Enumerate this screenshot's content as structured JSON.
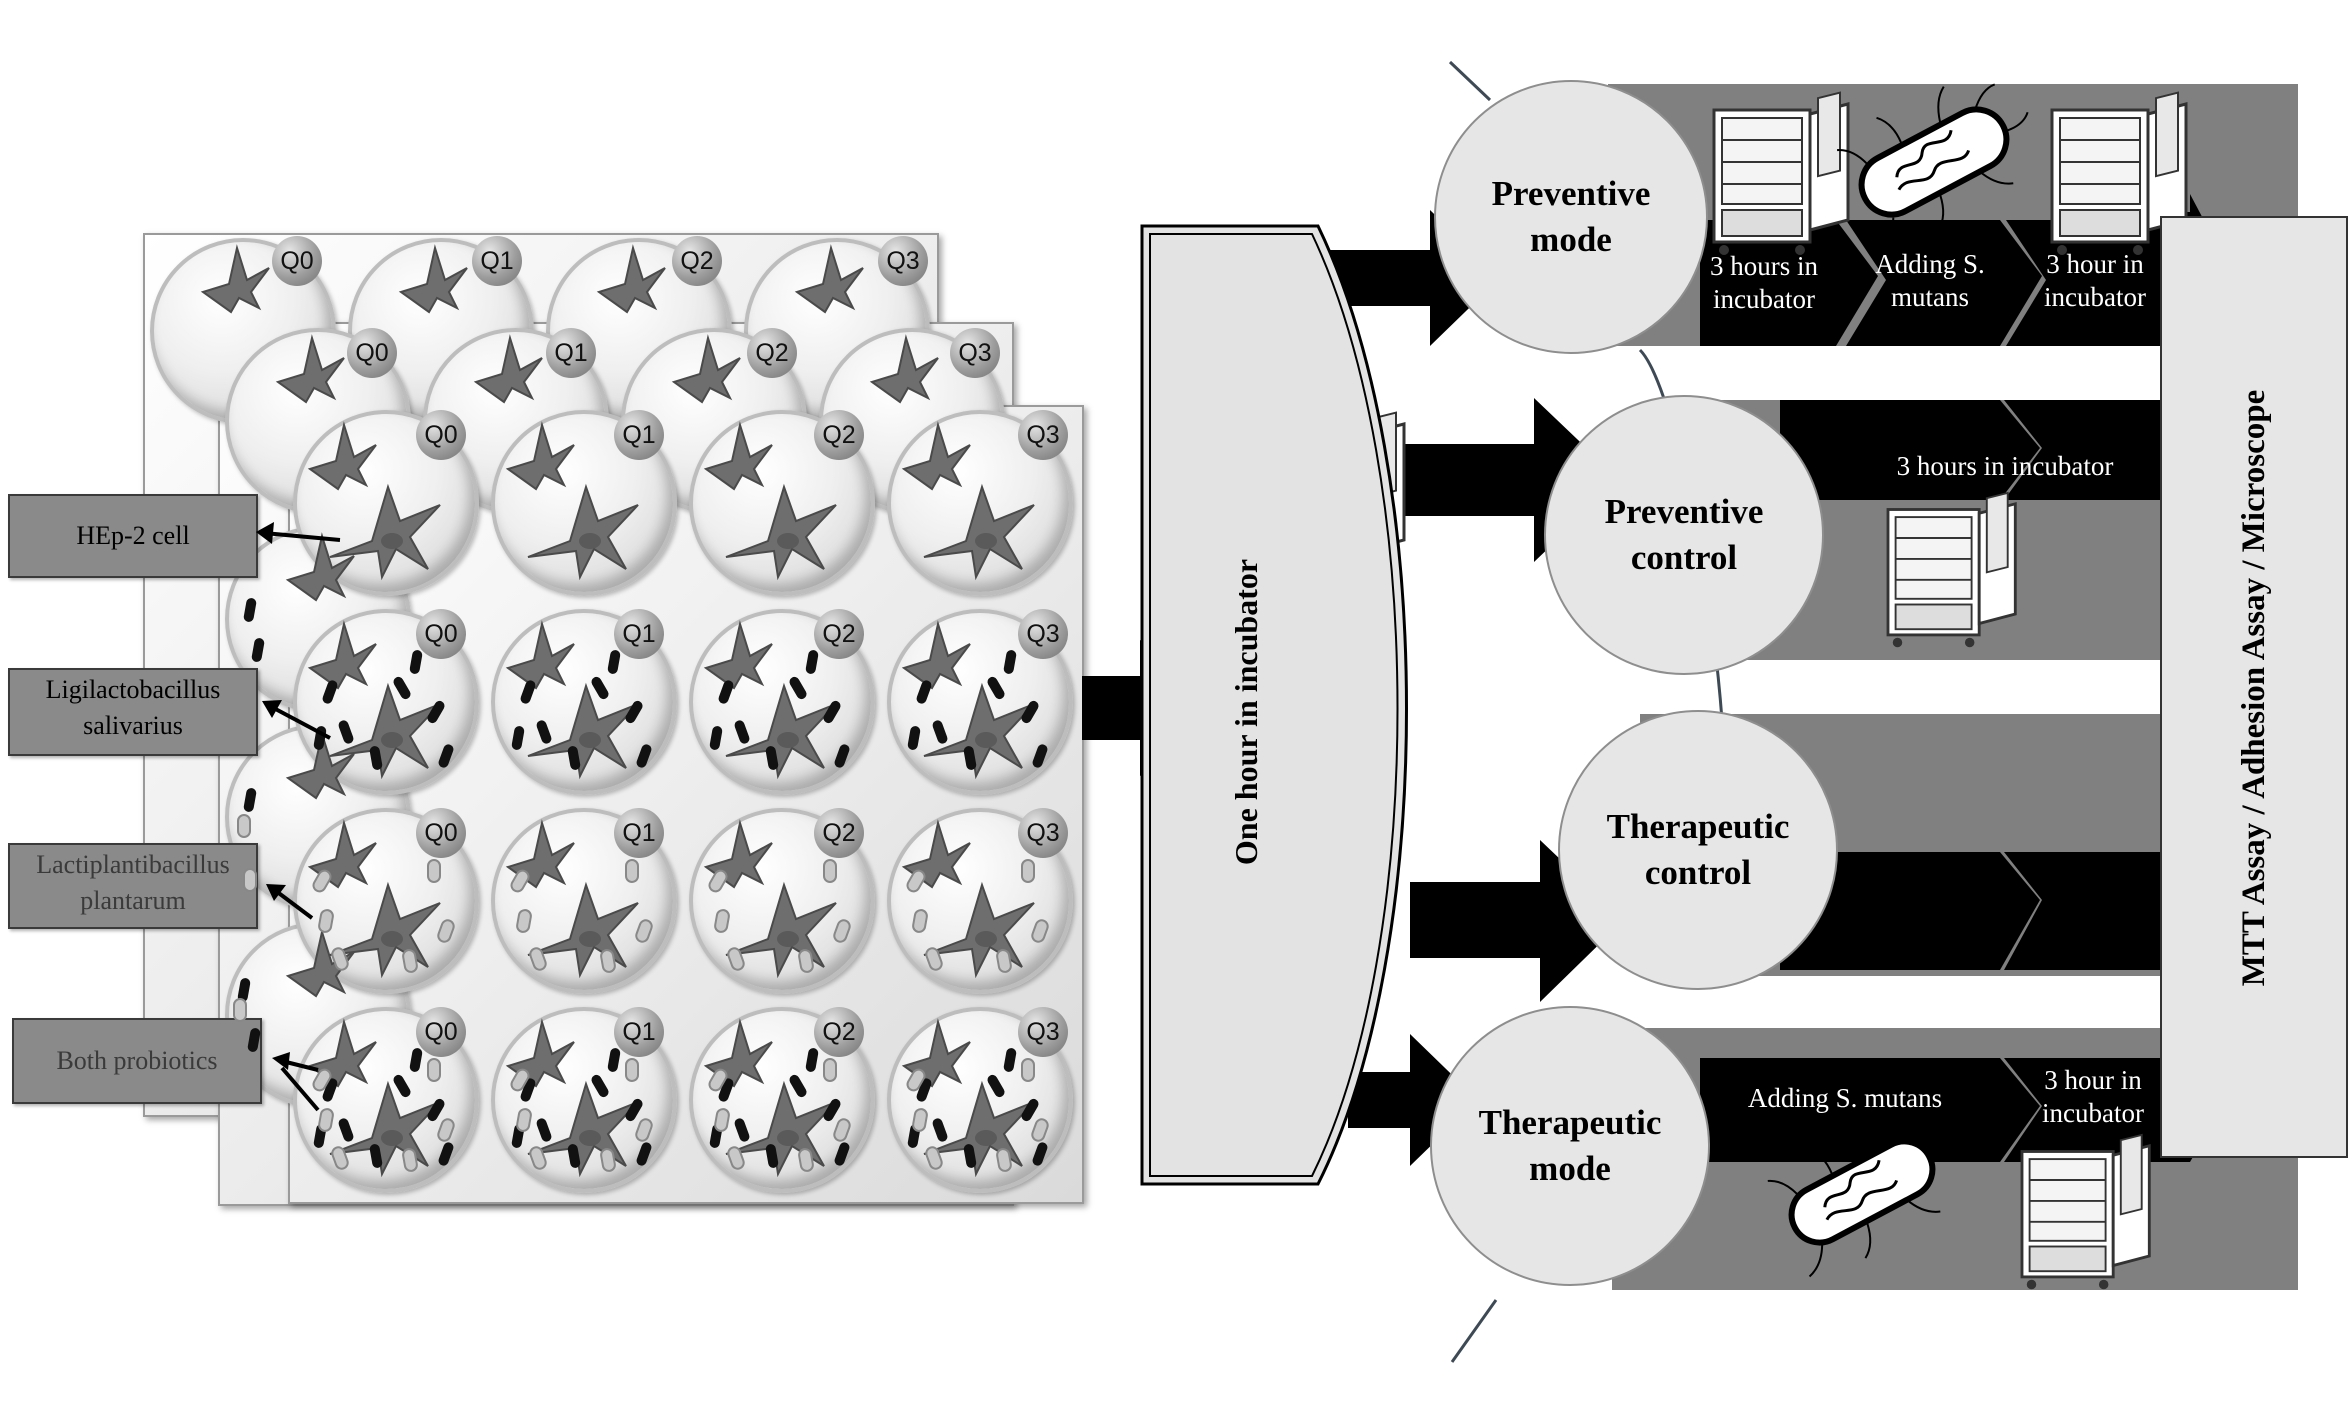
{
  "plates": {
    "column_labels": [
      "Q0",
      "Q1",
      "Q2",
      "Q3"
    ]
  },
  "legend": {
    "hep2": "HEp-2 cell",
    "lsal_line1": "Ligilactobacillus",
    "lsal_line2": "salivarius",
    "lpla_line1": "Lactiplantibacillus",
    "lpla_line2": "plantarum",
    "both": "Both probiotics"
  },
  "incubation": {
    "label": "One hour in incubator"
  },
  "branches": {
    "preventive_mode": {
      "line1": "Preventive",
      "line2": "mode",
      "step1_line1": "3 hours in",
      "step1_line2": "incubator",
      "step2_line1": "Adding S.",
      "step2_line2": "mutans",
      "step3_line1": "3 hour in",
      "step3_line2": "incubator"
    },
    "preventive_control": {
      "line1": "Preventive",
      "line2": "control",
      "step1": "3 hours in incubator"
    },
    "therapeutic_control": {
      "line1": "Therapeutic",
      "line2": "control"
    },
    "therapeutic_mode": {
      "line1": "Therapeutic",
      "line2": "mode",
      "step1": "Adding S. mutans",
      "step2_line1": "3 hour in",
      "step2_line2": "incubator"
    }
  },
  "assay": {
    "label": "MTT Assay / Adhesion Assay / Microscope"
  },
  "colors": {
    "band": "#808080",
    "arrow": "#000000",
    "circle": "#e6e6e6",
    "legend_box": "#8a8a8a"
  }
}
